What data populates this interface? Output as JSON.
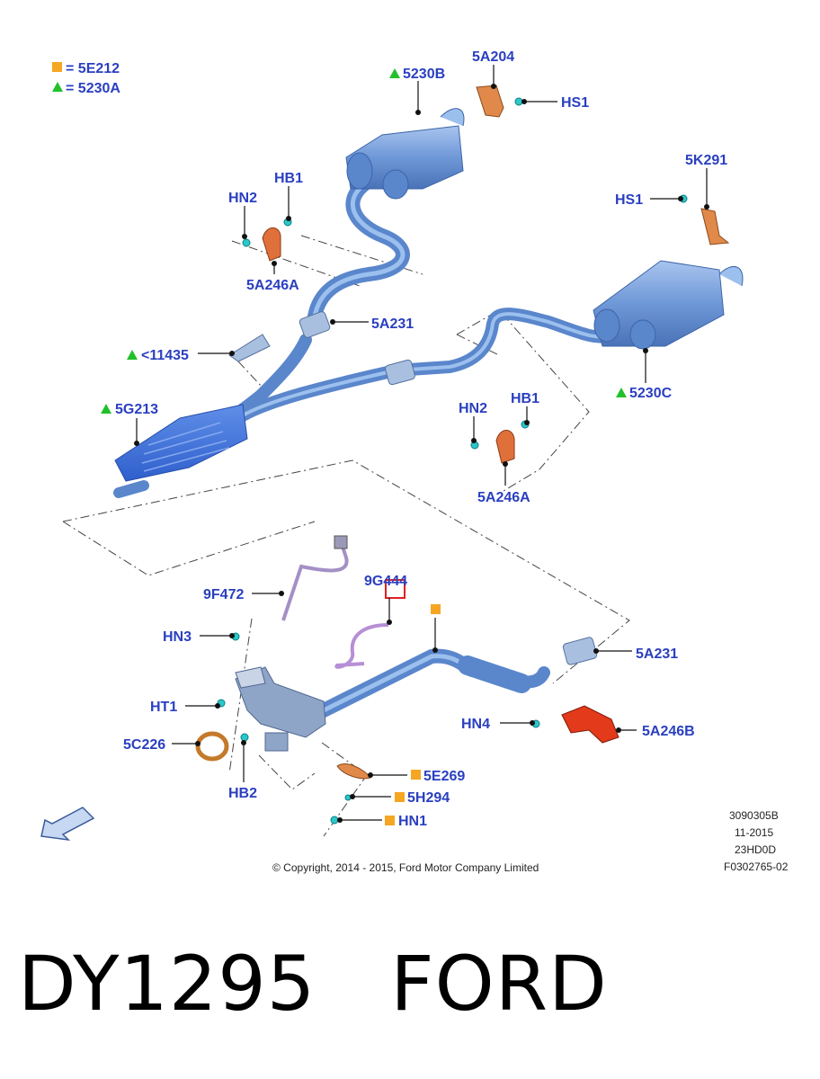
{
  "legend": [
    {
      "symbol": "square",
      "color": "#f5a623",
      "text": "= 5E212"
    },
    {
      "symbol": "triangle",
      "color": "#22c02a",
      "text": "= 5230A"
    }
  ],
  "labels": {
    "p5230B": "5230B",
    "p5A204": "5A204",
    "pHS1_top": "HS1",
    "pHB1_left": "HB1",
    "pHN2_left": "HN2",
    "p5A246A_left": "5A246A",
    "p5K291": "5K291",
    "pHS1_right": "HS1",
    "p5A231_upper": "5A231",
    "p11435": "<11435",
    "p5G213": "5G213",
    "p5230C": "5230C",
    "pHN2_right": "HN2",
    "pHB1_right": "HB1",
    "p5A246A_right": "5A246A",
    "p9F472": "9F472",
    "p9G444": "9G444",
    "pHN3": "HN3",
    "p5A231_lower": "5A231",
    "pHT1": "HT1",
    "pHN4": "HN4",
    "p5A246B": "5A246B",
    "p5C226": "5C226",
    "p5E269": "5E269",
    "pHB2": "HB2",
    "p5H294": "5H294",
    "pHN1": "HN1"
  },
  "meta": {
    "line1": "3090305B",
    "line2": "11-2015",
    "line3": "23HD0D",
    "line4": "F0302765-02"
  },
  "copyright": "© Copyright, 2014 - 2015, Ford Motor Company Limited",
  "footer": {
    "part_number": "DY1295",
    "brand": "FORD"
  },
  "colors": {
    "label": "#2a3fc0",
    "pipe": "#5a86cc",
    "bracket_orange": "#e0894a",
    "bracket_red": "#e23a1a",
    "marker_orange": "#f5a623",
    "marker_green": "#22c02a",
    "highlight_red": "#e02020"
  }
}
